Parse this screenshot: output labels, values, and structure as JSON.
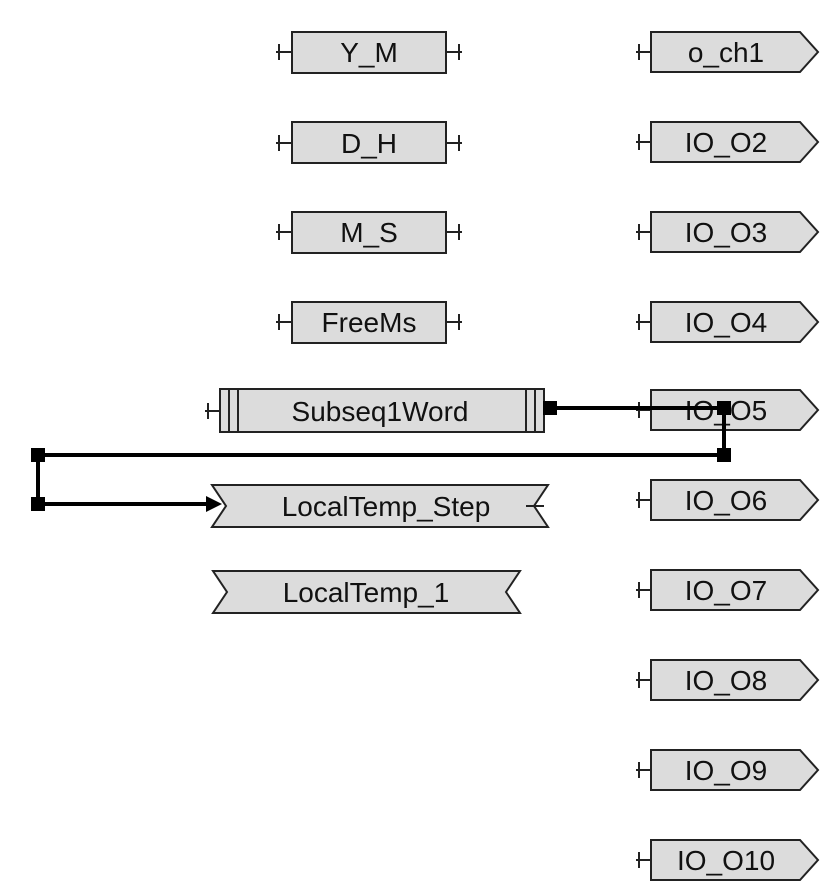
{
  "diagram": {
    "colors": {
      "block_fill": "#dcdcdc",
      "outline": "#222222",
      "wire": "#000000",
      "background": "#ffffff"
    },
    "variables": [
      {
        "id": "var-y-m",
        "label": "Y_M"
      },
      {
        "id": "var-d-h",
        "label": "D_H"
      },
      {
        "id": "var-m-s",
        "label": "M_S"
      },
      {
        "id": "var-freems",
        "label": "FreeMs"
      }
    ],
    "subsequence": {
      "id": "subseq-1-word",
      "label": "Subseq1Word"
    },
    "connectors": [
      {
        "id": "connector-localtemp-step",
        "label": "LocalTemp_Step"
      },
      {
        "id": "connector-localtemp-1",
        "label": "LocalTemp_1"
      }
    ],
    "outputs": [
      {
        "id": "output-o-ch1",
        "label": "o_ch1"
      },
      {
        "id": "output-io-o2",
        "label": "IO_O2"
      },
      {
        "id": "output-io-o3",
        "label": "IO_O3"
      },
      {
        "id": "output-io-o4",
        "label": "IO_O4"
      },
      {
        "id": "output-io-o5",
        "label": "IO_O5"
      },
      {
        "id": "output-io-o6",
        "label": "IO_O6"
      },
      {
        "id": "output-io-o7",
        "label": "IO_O7"
      },
      {
        "id": "output-io-o8",
        "label": "IO_O8"
      },
      {
        "id": "output-io-o9",
        "label": "IO_O9"
      },
      {
        "id": "output-io-o10",
        "label": "IO_O10"
      }
    ]
  }
}
